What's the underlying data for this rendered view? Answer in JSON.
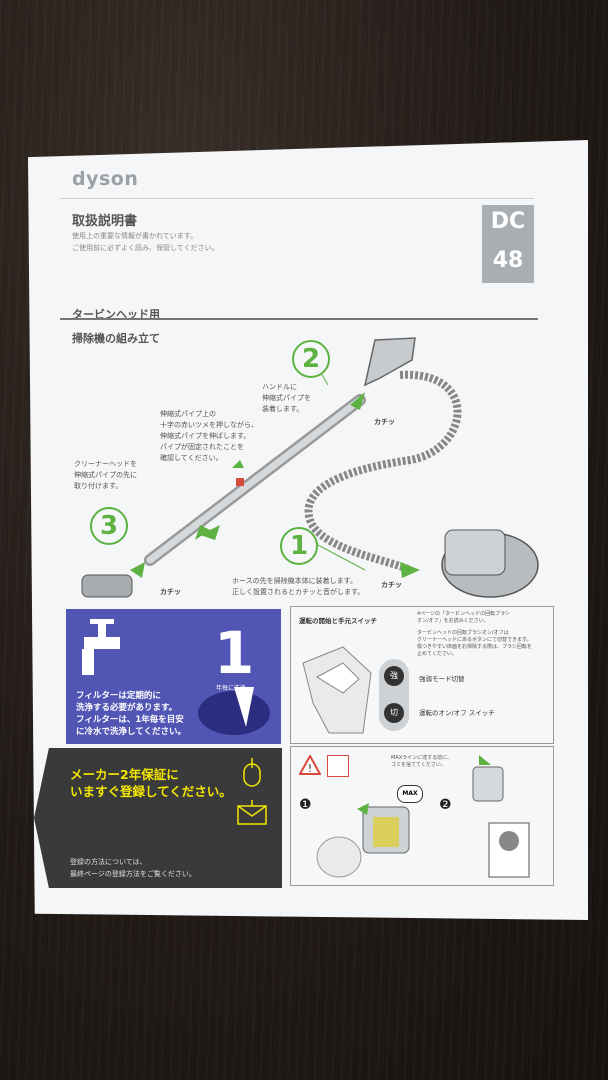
{
  "header": {
    "brand": "dyson",
    "title": "取扱説明書",
    "sub1": "使用上の重要な情報が書かれています。",
    "sub2": "ご使用前に必ずよく読み、保管してください。",
    "model_line1": "DC",
    "model_line2": "48"
  },
  "section": {
    "heading1": "タービンヘッド用",
    "heading2": "掃除機の組み立て"
  },
  "steps": {
    "step2_num": "2",
    "step2_text": [
      "ハンドルに",
      "伸縮式パイプを",
      "装着します。"
    ],
    "step3_num": "3",
    "step3_text": [
      "クリーナーヘッドを",
      "伸縮式パイプの先に",
      "取り付けます。"
    ],
    "step1_num": "1",
    "step1_text": [
      "ホースの先を掃除機本体に装着します。",
      "正しく設置されるとカチッと音がします。"
    ],
    "pipe_text": [
      "伸縮式パイプ上の",
      "十字の赤いツメを押しながら、",
      "伸縮式パイプを伸ばします。",
      "パイプが固定されたことを",
      "確認してください。"
    ],
    "click_label": "カチッ"
  },
  "filter_panel": {
    "big_number": "1",
    "yearly": "年毎に洗浄",
    "line1": "フィルターは定期的に",
    "line2": "洗浄する必要があります。",
    "line3": "フィルターは、1年毎を目安",
    "line4": "に冷水で洗浄してください。"
  },
  "warranty_panel": {
    "line1": "メーカー2年保証に",
    "line2": "いますぐ登録してください。",
    "small1": "登録の方法については、",
    "small2": "最終ページの登録方法をご覧ください。"
  },
  "switch_panel": {
    "title": "運転の開始と手元スイッチ",
    "note1": "4ページの「タービンヘッドの回転ブラシ",
    "note2": "オン/オフ」をお読みください。",
    "note3": "タービンヘッドの回転ブラシオン/オフは",
    "note4": "クリーナーヘッドにあるボタンにて切替できます。",
    "note5": "傷つきやすい床面をお掃除する際は、ブラシ回転を",
    "note6": "止めてください。",
    "mode_label": "強弱モード切替",
    "power_label": "運転のオン/オフ スイッチ",
    "btn_top": "強",
    "btn_bottom": "切"
  },
  "empty_panel": {
    "note1": "MAXラインに達する前に、",
    "note2": "ゴミを捨ててください。",
    "max_label": "MAX",
    "step_a": "❶",
    "step_b": "❷"
  },
  "colors": {
    "green": "#5db241",
    "purple": "#5155b3",
    "yellow": "#f3e600",
    "dark_panel": "#3a3a3a"
  }
}
